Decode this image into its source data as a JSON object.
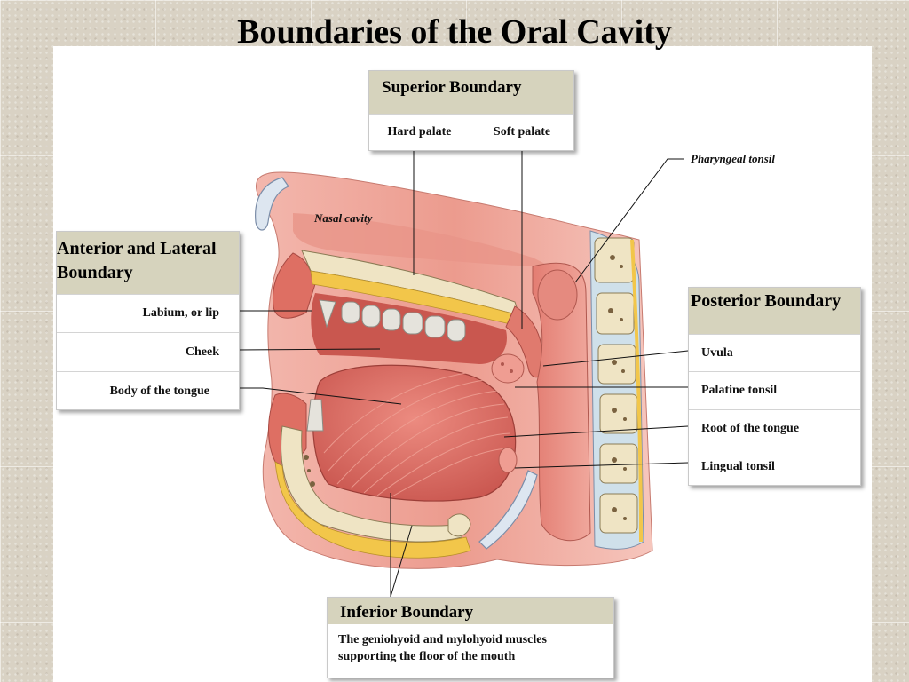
{
  "title": "Boundaries of the Oral Cavity",
  "superior": {
    "heading": "Superior Boundary",
    "items": [
      "Hard palate",
      "Soft palate"
    ]
  },
  "anterior": {
    "heading": "Anterior and Lateral Boundary",
    "items": [
      "Labium, or lip",
      "Cheek",
      "Body of the tongue"
    ]
  },
  "posterior": {
    "heading": "Posterior Boundary",
    "items": [
      "Uvula",
      "Palatine tonsil",
      "Root of the tongue",
      "Lingual tonsil"
    ]
  },
  "inferior": {
    "heading": "Inferior Boundary",
    "text": "The geniohyoid and mylohyoid muscles supporting the floor of the mouth"
  },
  "labels": {
    "pharyngeal_tonsil": "Pharyngeal tonsil",
    "nasal_cavity": "Nasal cavity"
  },
  "colors": {
    "header_fill": "#d6d3bd",
    "tissue": "#e07a6e",
    "tongue": "#d9655c",
    "bone": "#efe4c4",
    "fat": "#f2c64a"
  }
}
